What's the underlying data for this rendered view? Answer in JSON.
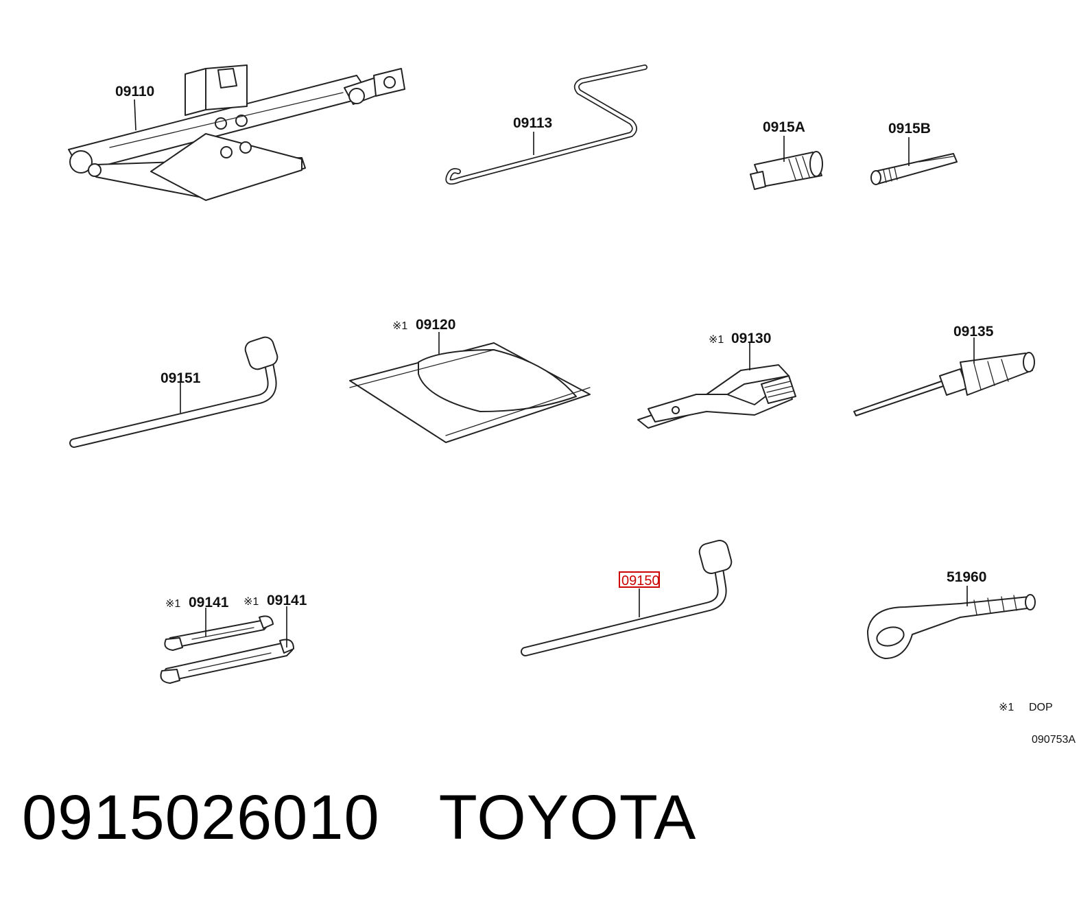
{
  "parts": {
    "p09110": "09110",
    "p09113": "09113",
    "p0915A": "0915A",
    "p0915B": "0915B",
    "p09151": "09151",
    "p09120": "09120",
    "p09130": "09130",
    "p09135": "09135",
    "p09141a": "09141",
    "p09141b": "09141",
    "p09150": "09150",
    "p51960": "51960"
  },
  "marker": "※1",
  "legend": {
    "marker": "※1",
    "text": "DOP"
  },
  "diagram_code": "090753A",
  "footer": {
    "part_number": "0915026010",
    "brand": "TOYOTA"
  },
  "highlight_color": "#cc0000"
}
